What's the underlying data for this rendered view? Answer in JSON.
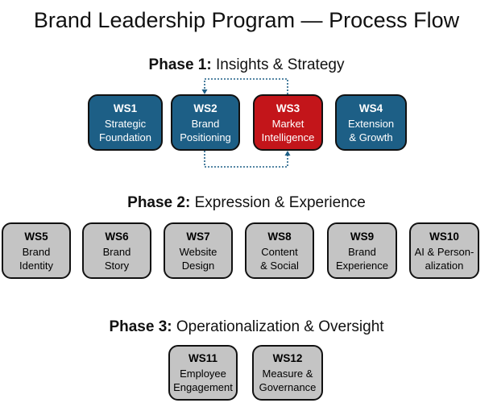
{
  "title": "Brand Leadership Program — Process Flow",
  "phases": [
    {
      "label": "Phase 1:",
      "subtitle": "Insights & Strategy",
      "workstreams": [
        {
          "code": "WS1",
          "label": "Strategic\nFoundation",
          "color": "#1d5f86"
        },
        {
          "code": "WS2",
          "label": "Brand\nPositioning",
          "color": "#1d5f86"
        },
        {
          "code": "WS3",
          "label": "Market\nIntelligence",
          "color": "#c3151a"
        },
        {
          "code": "WS4",
          "label": "Extension\n& Growth",
          "color": "#1d5f86"
        }
      ]
    },
    {
      "label": "Phase 2:",
      "subtitle": "Expression & Experience",
      "workstreams": [
        {
          "code": "WS5",
          "label": "Brand\nIdentity",
          "color": "#c4c4c4"
        },
        {
          "code": "WS6",
          "label": "Brand\nStory",
          "color": "#c4c4c4"
        },
        {
          "code": "WS7",
          "label": "Website\nDesign",
          "color": "#c4c4c4"
        },
        {
          "code": "WS8",
          "label": "Content\n& Social",
          "color": "#c4c4c4"
        },
        {
          "code": "WS9",
          "label": "Brand\nExperience",
          "color": "#c4c4c4"
        },
        {
          "code": "WS10",
          "label": "AI & Person-\nalization",
          "color": "#c4c4c4"
        }
      ]
    },
    {
      "label": "Phase 3:",
      "subtitle": "Operationalization & Oversight",
      "workstreams": [
        {
          "code": "WS11",
          "label": "Employee\nEngagement",
          "color": "#c4c4c4"
        },
        {
          "code": "WS12",
          "label": "Measure &\nGovernance",
          "color": "#c4c4c4"
        }
      ]
    }
  ],
  "connectors": [
    {
      "from": "WS3",
      "to": "WS2",
      "style": "dotted",
      "route": "top"
    },
    {
      "from": "WS2",
      "to": "WS3",
      "style": "dotted",
      "route": "bottom"
    }
  ]
}
